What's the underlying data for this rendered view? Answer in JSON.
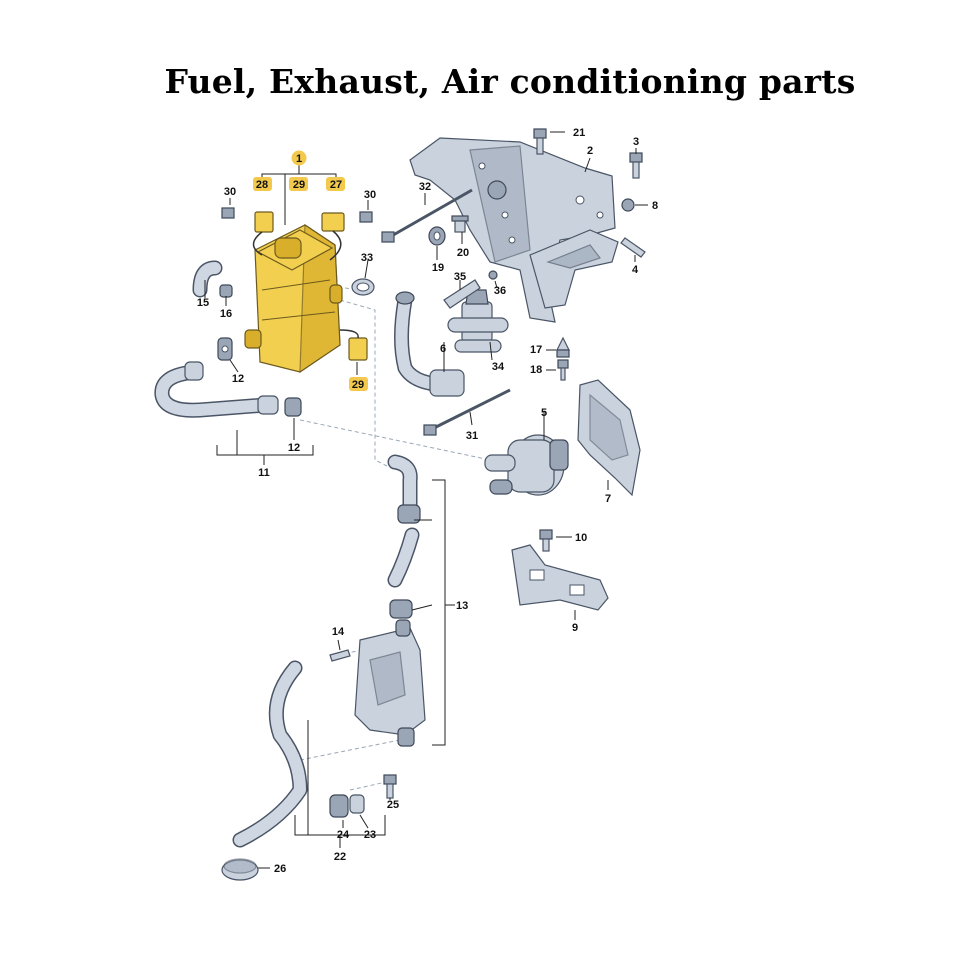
{
  "title": "Fuel, Exhaust, Air conditioning parts",
  "colors": {
    "heater_yellow": "#f3cf4f",
    "part_grey": "#c9d2dd",
    "highlight_label": "#f2c94c"
  },
  "labels": {
    "l1": "1",
    "l2": "2",
    "l3": "3",
    "l4": "4",
    "l5": "5",
    "l6": "6",
    "l7": "7",
    "l8": "8",
    "l9": "9",
    "l10": "10",
    "l11": "11",
    "l12a": "12",
    "l12b": "12",
    "l13": "13",
    "l14": "14",
    "l15": "15",
    "l16": "16",
    "l17": "17",
    "l18": "18",
    "l19": "19",
    "l20": "20",
    "l21": "21",
    "l22": "22",
    "l23": "23",
    "l24": "24",
    "l25": "25",
    "l26": "26",
    "l27": "27",
    "l28": "28",
    "l29a": "29",
    "l29b": "29",
    "l30a": "30",
    "l30b": "30",
    "l31": "31",
    "l32": "32",
    "l33": "33",
    "l34": "34",
    "l35": "35",
    "l36": "36"
  }
}
